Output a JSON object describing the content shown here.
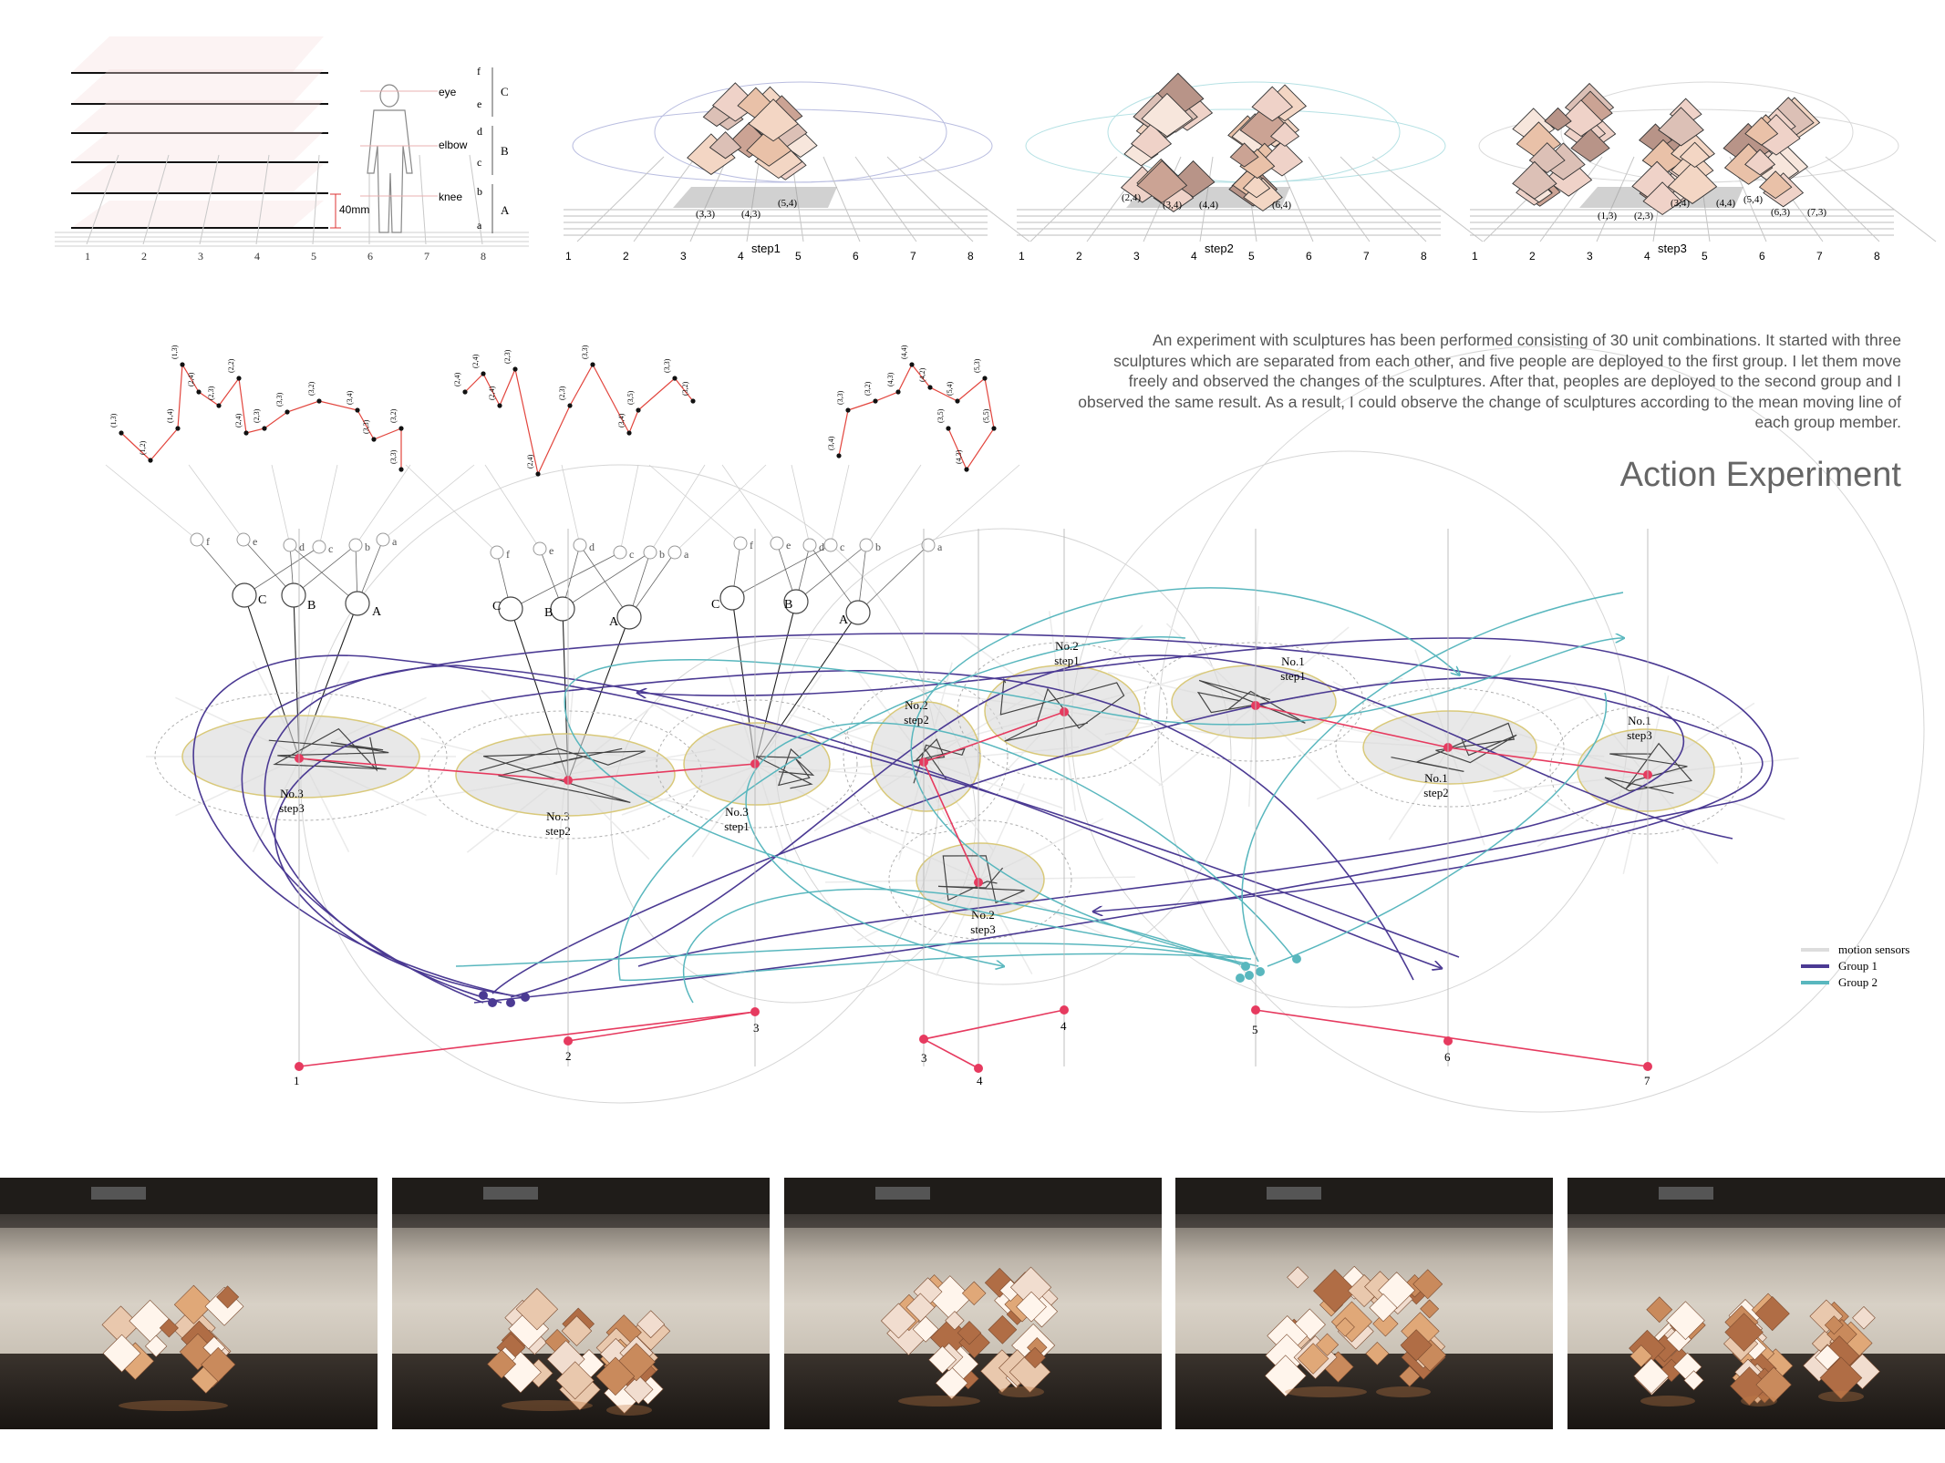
{
  "height_diagram": {
    "levels": [
      "f",
      "e",
      "d",
      "c",
      "b",
      "a"
    ],
    "level_groups": [
      "C",
      "B",
      "A"
    ],
    "body_labels": [
      "eye",
      "elbow",
      "knee"
    ],
    "dimension": "40mm",
    "axis": [
      "1",
      "2",
      "3",
      "4",
      "5",
      "6",
      "7",
      "8"
    ]
  },
  "perspectives": [
    {
      "step": "step1",
      "coords": [
        "(3,3)",
        "(4,3)",
        "(5,4)"
      ],
      "axis": [
        "1",
        "2",
        "3",
        "4",
        "5",
        "6",
        "7",
        "8"
      ]
    },
    {
      "step": "step2",
      "coords": [
        "(2,4)",
        "(3,4)",
        "(4,4)",
        "(6,4)"
      ],
      "axis": [
        "1",
        "2",
        "3",
        "4",
        "5",
        "6",
        "7",
        "8"
      ]
    },
    {
      "step": "step3",
      "coords": [
        "(1,3)",
        "(2,3)",
        "(3,4)",
        "(4,4)",
        "(5,4)",
        "(6,3)",
        "(7,3)"
      ],
      "axis": [
        "1",
        "2",
        "3",
        "4",
        "5",
        "6",
        "7",
        "8"
      ]
    }
  ],
  "description": "An experiment with sculptures has been performed consisting of 30 unit combinations. It started with three sculptures which are separated from each other, and five people are deployed to the first group. I let them move freely and observed the changes of the sculptures. After that, peoples are deployed to the second group and I observed the same result. As a result, I could observe the change of sculptures according to the mean moving line of each group member.",
  "title": "Action Experiment",
  "node_clusters": [
    {
      "small": [
        "f",
        "e",
        "d",
        "c",
        "b",
        "a"
      ],
      "large": [
        "C",
        "B",
        "A"
      ]
    },
    {
      "small": [
        "f",
        "e",
        "d",
        "c",
        "b",
        "a"
      ],
      "large": [
        "C",
        "B",
        "A"
      ]
    },
    {
      "small": [
        "f",
        "e",
        "d",
        "c",
        "b",
        "a"
      ],
      "large": [
        "C",
        "B",
        "A"
      ]
    }
  ],
  "sculptures": [
    {
      "name": "No.3",
      "step": "step3"
    },
    {
      "name": "No.3",
      "step": "step2"
    },
    {
      "name": "No.3",
      "step": "step1"
    },
    {
      "name": "No.2",
      "step": "step2"
    },
    {
      "name": "No.2",
      "step": "step1"
    },
    {
      "name": "No.2",
      "step": "step3"
    },
    {
      "name": "No.1",
      "step": "step1"
    },
    {
      "name": "No.1",
      "step": "step2"
    },
    {
      "name": "No.1",
      "step": "step3"
    }
  ],
  "timeline_numbers": [
    "1",
    "2",
    "3",
    "3",
    "4",
    "4",
    "5",
    "6",
    "7"
  ],
  "legend": [
    {
      "label": "motion sensors",
      "color": "#dddddd"
    },
    {
      "label": "Group 1",
      "color": "#4b3a93"
    },
    {
      "label": "Group 2",
      "color": "#59b7be"
    }
  ],
  "colors": {
    "accent": "#e63a5f",
    "group1": "#4b3a93",
    "group2": "#59b7be",
    "sensor": "#dddddd"
  },
  "graph_labels": {
    "graph1": [
      "(1,3)",
      "(1,2)",
      "(1,4)",
      "(1,3)",
      "(2,4)",
      "(2,3)",
      "(2,2)",
      "(2,4)",
      "(2,3)",
      "(3,3)",
      "(3,2)",
      "(3,4)",
      "(3,3)",
      "(3,2)",
      "(3,3)"
    ],
    "graph2": [
      "(2,4)",
      "(2,4)",
      "(2,4)",
      "(2,3)",
      "(2,4)",
      "(2,3)",
      "(3,3)",
      "(3,4)",
      "(3,5)",
      "(3,3)",
      "(3,2)"
    ],
    "graph3": [
      "(3,4)",
      "(3,3)",
      "(3,2)",
      "(4,3)",
      "(4,4)",
      "(4,2)",
      "(5,4)",
      "(5,3)",
      "(5,5)",
      "(4,3)",
      "(3,5)"
    ]
  }
}
